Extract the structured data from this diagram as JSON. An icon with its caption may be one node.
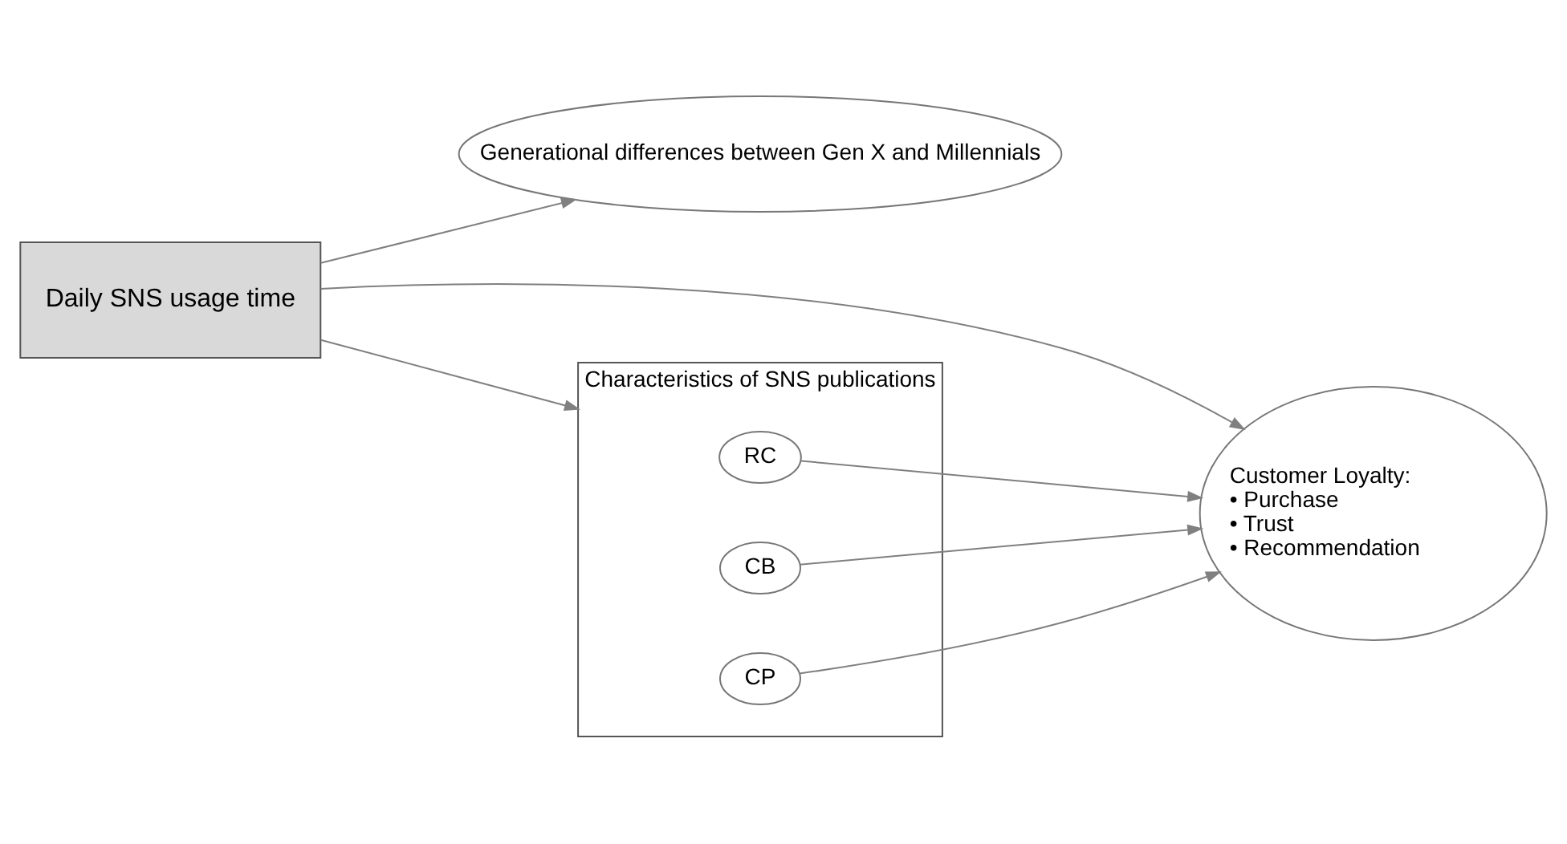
{
  "diagram": {
    "nodes": [
      {
        "text": [
          "Daily SNS usage time"
        ]
      },
      {
        "text": [
          "Generational differences between Gen X and Millennials"
        ]
      },
      {
        "text": [
          "Customer Loyalty:",
          "• Purchase",
          "• Trust",
          "• Recommendation"
        ]
      },
      {
        "text": [
          "Characteristics of SNS publications"
        ]
      },
      {
        "text": [
          "RC"
        ],
        "in": 3
      },
      {
        "text": [
          "CB"
        ],
        "in": 3
      },
      {
        "text": [
          "CP"
        ],
        "in": 3
      }
    ],
    "edges": [
      {
        "from": 0,
        "to": 1,
        "arrow": "to"
      },
      {
        "from": 0,
        "to": 2,
        "arrow": "to"
      },
      {
        "from": 0,
        "to": 3,
        "arrow": "to"
      },
      {
        "from": 4,
        "to": 2,
        "arrow": "to"
      },
      {
        "from": 5,
        "to": 2,
        "arrow": "to"
      },
      {
        "from": 6,
        "to": 2,
        "arrow": "to"
      }
    ]
  }
}
